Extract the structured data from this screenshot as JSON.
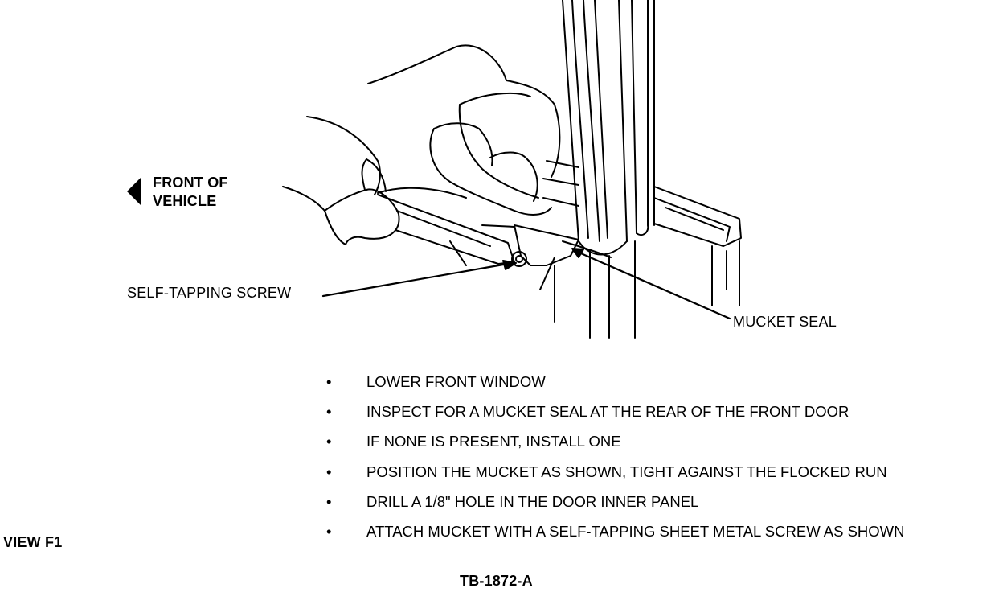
{
  "figure": {
    "direction_label": [
      "FRONT OF",
      "VEHICLE"
    ],
    "callouts": {
      "screw": "SELF-TAPPING SCREW",
      "seal": "MUCKET SEAL"
    },
    "steps": [
      "LOWER FRONT WINDOW",
      "INSPECT FOR A MUCKET SEAL AT THE REAR OF THE FRONT DOOR",
      "IF NONE IS PRESENT, INSTALL ONE",
      "POSITION THE MUCKET AS SHOWN, TIGHT AGAINST THE FLOCKED RUN",
      "DRILL A 1/8\" HOLE IN THE DOOR INNER PANEL",
      "ATTACH MUCKET WITH A SELF-TAPPING SHEET METAL SCREW AS SHOWN"
    ],
    "bullet": "•",
    "view_label": "VIEW F1",
    "figure_id": "TB-1872-A"
  }
}
